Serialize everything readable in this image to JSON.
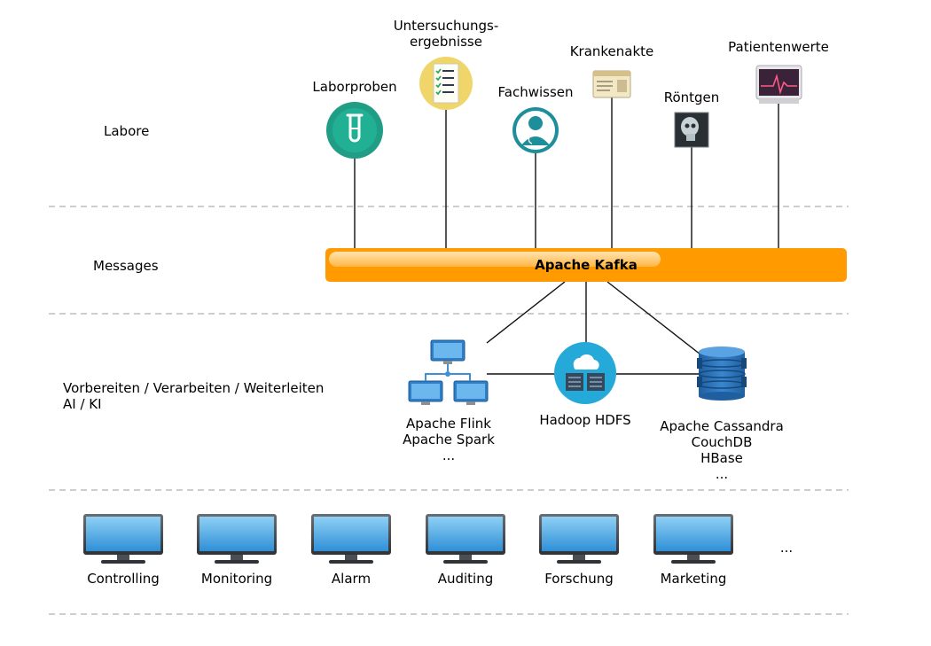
{
  "rows": {
    "labore": "Labore",
    "messages": "Messages",
    "processing_line1": "Vorbereiten / Verarbeiten / Weiterleiten",
    "processing_line2": "AI / KI"
  },
  "sources": {
    "laborproben": "Laborproben",
    "untersuchung_line1": "Untersuchungs-",
    "untersuchung_line2": "ergebnisse",
    "fachwissen": "Fachwissen",
    "krankenakte": "Krankenakte",
    "roentgen": "Röntgen",
    "patientenwerte": "Patientenwerte"
  },
  "bus": {
    "label": "Apache Kafka",
    "color": "#ff9a00"
  },
  "processing": {
    "flink": [
      "Apache Flink",
      "Apache Spark",
      "..."
    ],
    "hdfs": "Hadoop HDFS",
    "nosql": [
      "Apache Cassandra",
      "CouchDB",
      "HBase",
      "..."
    ]
  },
  "consumers": [
    "Controlling",
    "Monitoring",
    "Alarm",
    "Auditing",
    "Forschung",
    "Marketing"
  ],
  "consumers_more": "...",
  "icons": {
    "laborproben": "test-tube-icon",
    "untersuchung": "checklist-icon",
    "fachwissen": "doctor-icon",
    "krankenakte": "id-card-icon",
    "roentgen": "xray-icon",
    "patientenwerte": "heart-monitor-icon",
    "flink": "network-computers-icon",
    "hdfs": "cloud-server-icon",
    "nosql": "database-icon",
    "consumer": "monitor-icon"
  }
}
